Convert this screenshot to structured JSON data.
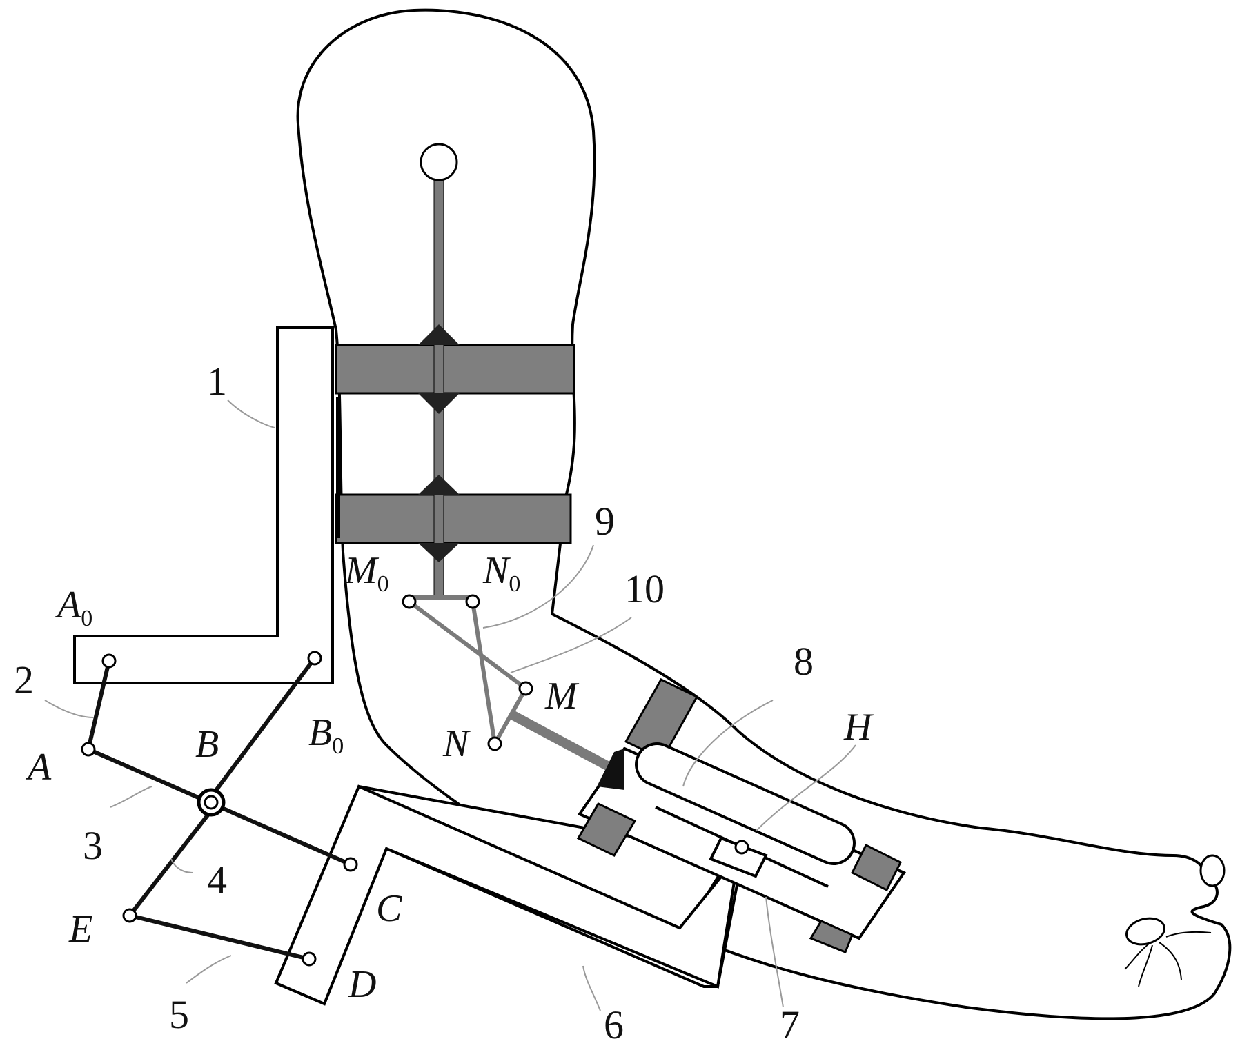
{
  "part_numbers": {
    "n1": "1",
    "n2": "2",
    "n3": "3",
    "n4": "4",
    "n5": "5",
    "n6": "6",
    "n7": "7",
    "n8": "8",
    "n9": "9",
    "n10": "10"
  },
  "points": {
    "A0": {
      "main": "A",
      "sub": "0"
    },
    "A": "A",
    "B": "B",
    "B0": {
      "main": "B",
      "sub": "0"
    },
    "C": "C",
    "D": "D",
    "E": "E",
    "H": "H",
    "M": "M",
    "N": "N",
    "M0": {
      "main": "M",
      "sub": "0"
    },
    "N0": {
      "main": "N",
      "sub": "0"
    }
  },
  "colors": {
    "band_gray": "#7f7f7f",
    "link_black": "#111111",
    "link_gray": "#7a7a7a"
  }
}
